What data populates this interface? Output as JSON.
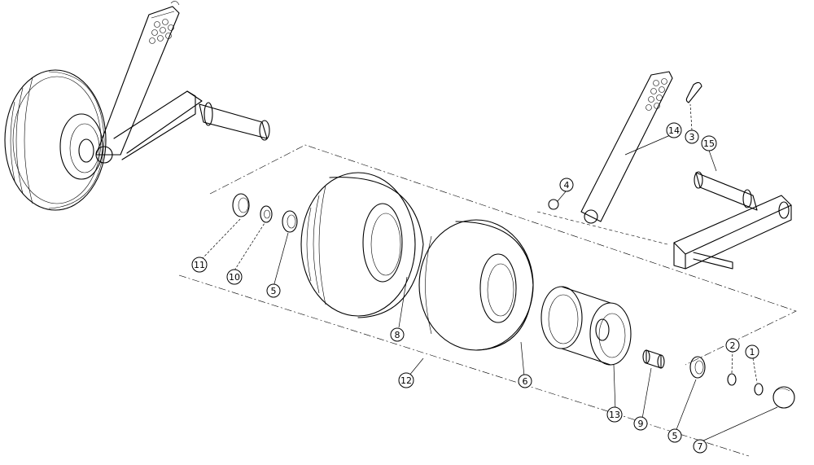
{
  "callouts": [
    {
      "id": "c1",
      "label": "1"
    },
    {
      "id": "c2",
      "label": "2"
    },
    {
      "id": "c3",
      "label": "3"
    },
    {
      "id": "c4",
      "label": "4"
    },
    {
      "id": "c5a",
      "label": "5"
    },
    {
      "id": "c5b",
      "label": "5"
    },
    {
      "id": "c6",
      "label": "6"
    },
    {
      "id": "c7",
      "label": "7"
    },
    {
      "id": "c8",
      "label": "8"
    },
    {
      "id": "c9",
      "label": "9"
    },
    {
      "id": "c10",
      "label": "10"
    },
    {
      "id": "c11",
      "label": "11"
    },
    {
      "id": "c12",
      "label": "12"
    },
    {
      "id": "c13",
      "label": "13"
    },
    {
      "id": "c14",
      "label": "14"
    },
    {
      "id": "c15",
      "label": "15"
    }
  ]
}
